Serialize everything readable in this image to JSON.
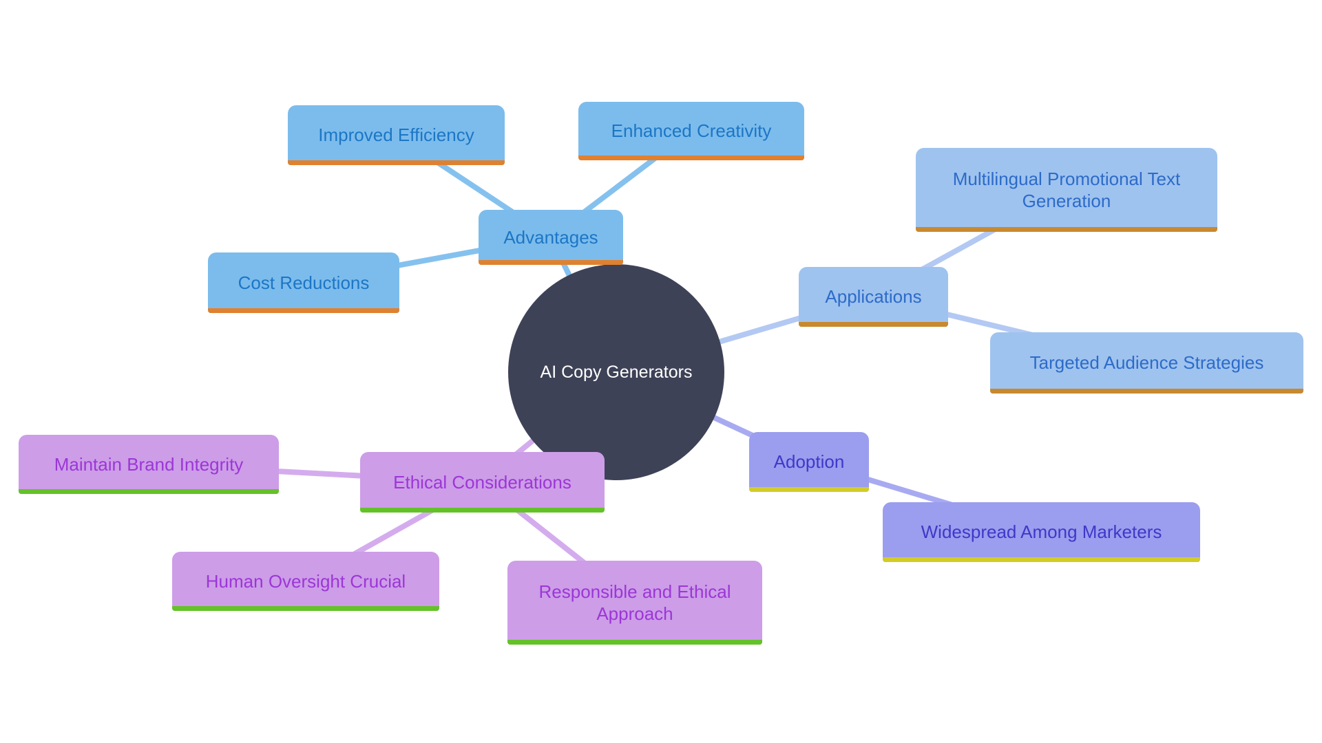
{
  "diagram": {
    "type": "mindmap",
    "title": "AI Copy Generators"
  },
  "nodes": {
    "center": {
      "label": "AI Copy Generators"
    },
    "advantages": {
      "label": "Advantages"
    },
    "improved_efficiency": {
      "label": "Improved Efficiency"
    },
    "enhanced_creativity": {
      "label": "Enhanced Creativity"
    },
    "cost_reductions": {
      "label": "Cost Reductions"
    },
    "applications": {
      "label": "Applications"
    },
    "multilingual": {
      "label": "Multilingual Promotional Text Generation"
    },
    "targeted": {
      "label": "Targeted Audience Strategies"
    },
    "adoption": {
      "label": "Adoption"
    },
    "widespread": {
      "label": "Widespread Among Marketers"
    },
    "ethical": {
      "label": "Ethical Considerations"
    },
    "brand_integrity": {
      "label": "Maintain Brand Integrity"
    },
    "human_oversight": {
      "label": "Human Oversight Crucial"
    },
    "responsible": {
      "label": "Responsible and Ethical Approach"
    }
  },
  "structure": {
    "center": "AI Copy Generators",
    "branches": [
      {
        "label": "Advantages",
        "children": [
          "Improved Efficiency",
          "Enhanced Creativity",
          "Cost Reductions"
        ]
      },
      {
        "label": "Applications",
        "children": [
          "Multilingual Promotional Text Generation",
          "Targeted Audience Strategies"
        ]
      },
      {
        "label": "Adoption",
        "children": [
          "Widespread Among Marketers"
        ]
      },
      {
        "label": "Ethical Considerations",
        "children": [
          "Maintain Brand Integrity",
          "Human Oversight Crucial",
          "Responsible and Ethical Approach"
        ]
      }
    ]
  },
  "colors": {
    "background": "#FFFFFF",
    "center_fill": "#3E4257",
    "center_text": "#FFFFFF",
    "advantages": {
      "fill": "#7CBCEC",
      "text": "#1C76C5",
      "underline": "#E0812F",
      "connector": "#85C1EE"
    },
    "applications": {
      "fill": "#9FC3EF",
      "text": "#2C6BC8",
      "underline": "#C8892E",
      "connector": "#B3C9F3"
    },
    "adoption": {
      "fill": "#9B9DEE",
      "text": "#3F38C8",
      "underline": "#D3CC28",
      "connector": "#A8AAF1"
    },
    "ethical": {
      "fill": "#CD9DE8",
      "text": "#9C36D6",
      "underline": "#64C229",
      "connector": "#D4ACEE"
    }
  }
}
